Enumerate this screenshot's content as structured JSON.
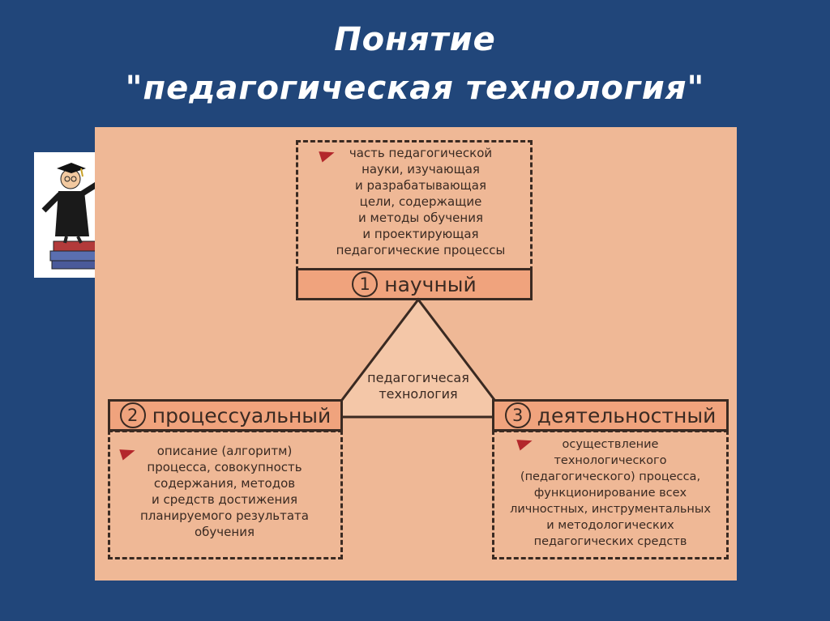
{
  "title": {
    "line1": "Понятие",
    "line2": "\"педагогическая технология\""
  },
  "center": {
    "label_line1": "педагогичесая",
    "label_line2": "технология"
  },
  "scientific": {
    "number": "1",
    "label": "научный",
    "description": [
      "часть педагогической",
      "науки, изучающая",
      "и разрабатывающая",
      "цели, содержащие",
      "и методы обучения",
      "и проектирующая",
      "педагогические процессы"
    ]
  },
  "procedural": {
    "number": "2",
    "label": "процессуальный",
    "description": [
      "описание (алгоритм)",
      "процесса, совокупность",
      "содержания, методов",
      "и средств достижения",
      "планируемого результата",
      "обучения"
    ]
  },
  "activity": {
    "number": "3",
    "label": "деятельностный",
    "description": [
      "осуществление",
      "технологического",
      "(педагогического) процесса,",
      "функционирование всех",
      "личностных, инструментальных",
      "и методологических",
      "педагогических средств"
    ]
  },
  "icons": {
    "teacher": "teacher-with-pointer-icon",
    "bullet": "arrow-bullet-icon"
  },
  "colors": {
    "background": "#21467a",
    "panel": "#efb896",
    "band": "#f0a37d",
    "bullet": "#b3272b"
  }
}
